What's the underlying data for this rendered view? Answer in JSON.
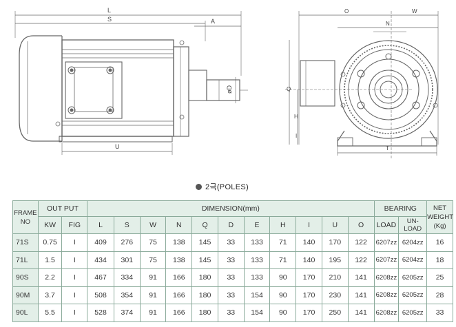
{
  "drawing": {
    "side_labels": {
      "L": "L",
      "S": "S",
      "A": "A",
      "phiD": "øD",
      "U": "U"
    },
    "end_labels": {
      "O": "O",
      "W": "W",
      "N": "N",
      "Q": "Q",
      "H": "H",
      "I": "I",
      "T": "T"
    }
  },
  "section_title": "2극(POLES)",
  "table": {
    "header1": {
      "frame": "FRAME NO",
      "output": "OUT PUT",
      "dimension": "DIMENSION(mm)",
      "bearing": "BEARING",
      "weight": "NET WEIGHT (Kg)"
    },
    "header2": [
      "KW",
      "FIG",
      "L",
      "S",
      "W",
      "N",
      "Q",
      "D",
      "E",
      "H",
      "I",
      "U",
      "O",
      "LOAD",
      "UN-LOAD"
    ],
    "rows": [
      [
        "71S",
        "0.75",
        "I",
        "409",
        "276",
        "75",
        "138",
        "145",
        "33",
        "133",
        "71",
        "140",
        "170",
        "122",
        "6207zz",
        "6204zz",
        "16"
      ],
      [
        "71L",
        "1.5",
        "I",
        "434",
        "301",
        "75",
        "138",
        "145",
        "33",
        "133",
        "71",
        "140",
        "195",
        "122",
        "6207zz",
        "6204zz",
        "18"
      ],
      [
        "90S",
        "2.2",
        "I",
        "467",
        "334",
        "91",
        "166",
        "180",
        "33",
        "133",
        "90",
        "170",
        "210",
        "141",
        "6208zz",
        "6205zz",
        "25"
      ],
      [
        "90M",
        "3.7",
        "I",
        "508",
        "354",
        "91",
        "166",
        "180",
        "33",
        "154",
        "90",
        "170",
        "230",
        "141",
        "6208zz",
        "6205zz",
        "28"
      ],
      [
        "90L",
        "5.5",
        "I",
        "528",
        "374",
        "91",
        "166",
        "180",
        "33",
        "154",
        "90",
        "170",
        "250",
        "141",
        "6208zz",
        "6205zz",
        "33"
      ]
    ]
  }
}
